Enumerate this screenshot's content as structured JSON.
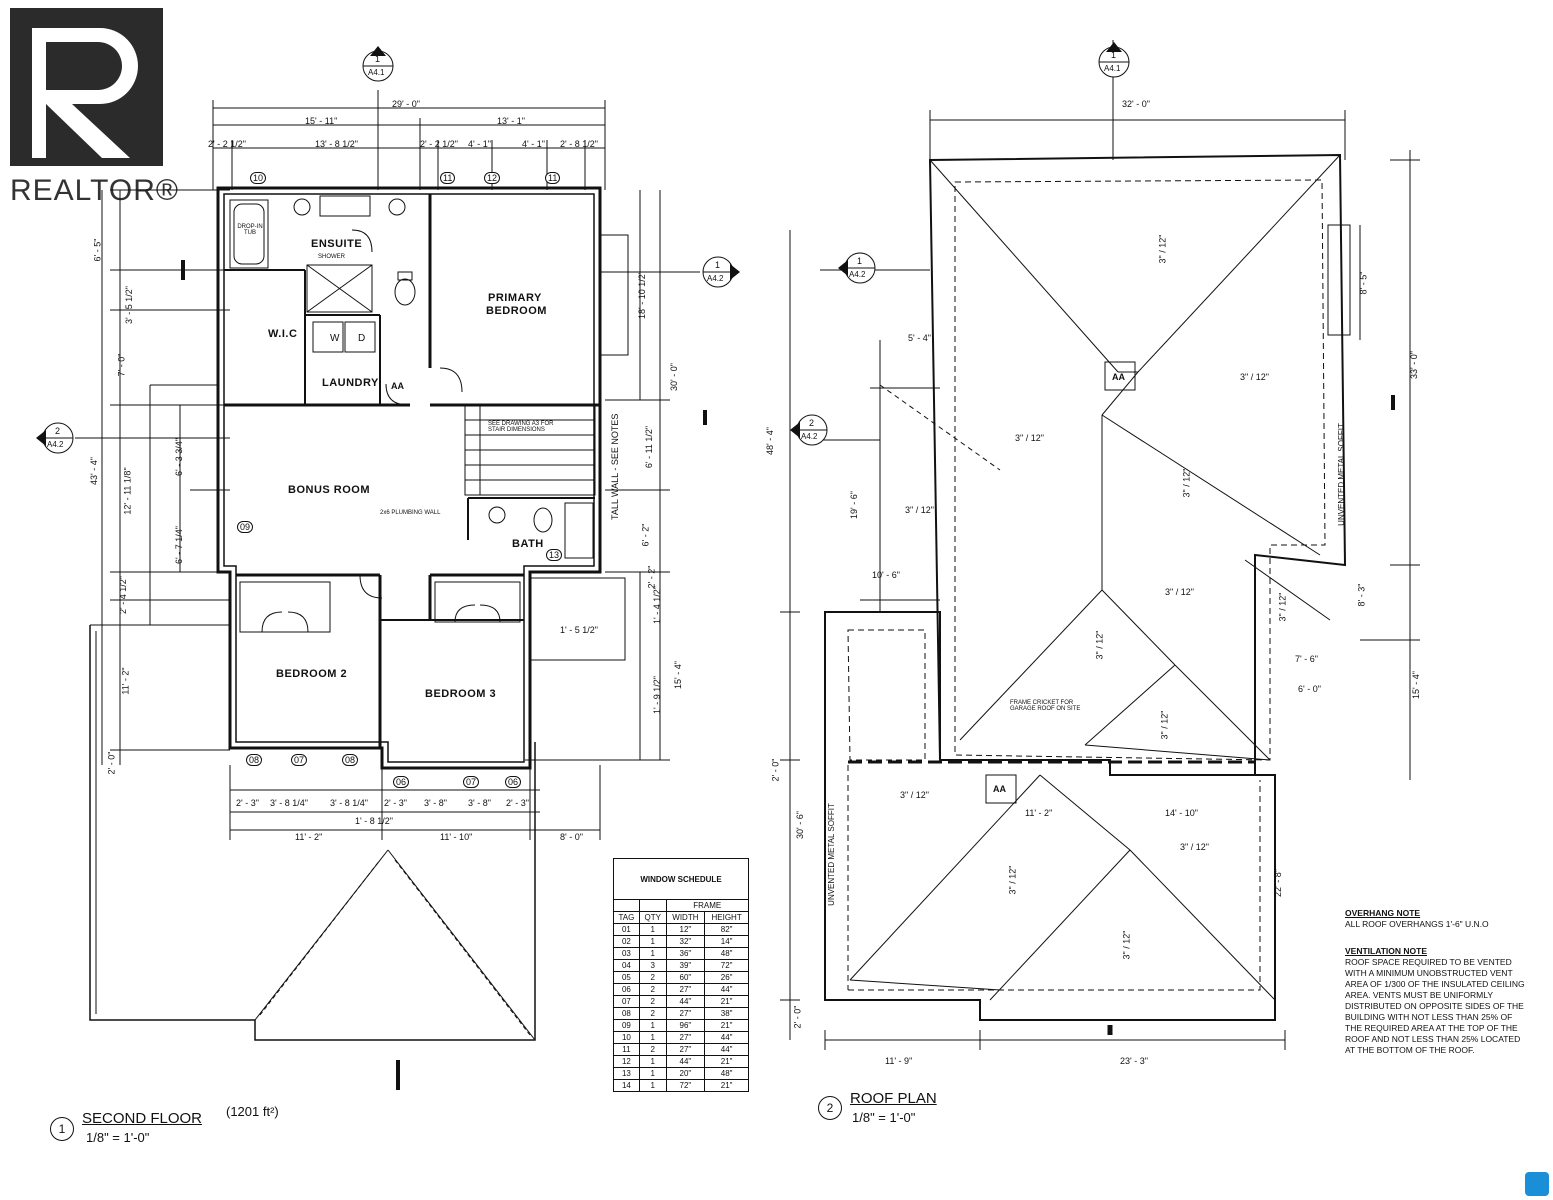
{
  "logo": {
    "text": "REALTOR®"
  },
  "second_floor": {
    "title": "SECOND FLOOR",
    "area": "(1201 ft²)",
    "scale": "1/8\" = 1'-0\"",
    "badge": "1",
    "rooms": {
      "ensuite": "ENSUITE",
      "wic": "W.I.C",
      "laundry": "LAUNDRY",
      "primary_line1": "PRIMARY",
      "primary_line2": "BEDROOM",
      "bonus": "BONUS ROOM",
      "bath": "BATH",
      "bedroom2": "BEDROOM 2",
      "bedroom3": "BEDROOM 3"
    },
    "labels": {
      "aa": "AA",
      "washer": "W",
      "dryer": "D",
      "tall_wall": "TALL WALL - SEE NOTES",
      "plumbing_wall": "2x6 PLUMBING WALL",
      "shower": "SHOWER",
      "tub": "DROP-IN TUB",
      "stair_note": "SEE DRAWING A3 FOR STAIR DIMENSIONS"
    },
    "dims_top": [
      "29' - 0\"",
      "15' - 11\"",
      "13' - 1\"",
      "2' - 2 1/2\"",
      "13' - 8 1/2\"",
      "2' - 2 1/2\"",
      "4' - 1\"",
      "4' - 1\"",
      "2' - 8 1/2\""
    ],
    "dims_left": [
      "6' - 5\"",
      "3' - 5 1/2\"",
      "7' - 0\"",
      "43' - 4\"",
      "12' - 11 1/8\"",
      "6' - 3 3/4\"",
      "6' - 7 1/4\"",
      "2' - 4 1/2\"",
      "11' - 2\"",
      "2' - 0\""
    ],
    "dims_right": [
      "18' - 10 1/2\"",
      "30' - 0\"",
      "6' - 11 1/2\"",
      "6' - 2\"",
      "2' - 2\"",
      "1' - 4 1/2\"",
      "1' - 5 1/2\"",
      "15' - 4\"",
      "1' - 9 1/2\""
    ],
    "dims_bottom": [
      "2' - 3\"",
      "3' - 8 1/4\"",
      "3' - 8 1/4\"",
      "2' - 3\"",
      "3' - 8\"",
      "3' - 8\"",
      "2' - 3\"",
      "1' - 8 1/2\"",
      "11' - 2\"",
      "11' - 10\"",
      "8' - 0\""
    ],
    "window_tags_top": [
      "10",
      "11",
      "12",
      "11"
    ],
    "window_tags_bottom": [
      "08",
      "07",
      "08",
      "06",
      "07",
      "06"
    ],
    "window_tags_side": [
      "09",
      "13"
    ],
    "section_markers": [
      {
        "num": "1",
        "sheet": "A4.1"
      },
      {
        "num": "1",
        "sheet": "A4.2"
      },
      {
        "num": "2",
        "sheet": "A4.2"
      }
    ]
  },
  "roof_plan": {
    "title": "ROOF PLAN",
    "scale": "1/8\" = 1'-0\"",
    "badge": "2",
    "pitch": "3\" / 12\"",
    "aa": "AA",
    "frame_note": "FRAME CRICKET FOR GARAGE ROOF ON SITE",
    "soffit_label": "UNVENTED METAL SOFFIT",
    "dims": [
      "32' - 0\"",
      "5' - 4\"",
      "48' - 4\"",
      "19' - 6\"",
      "10' - 6\"",
      "30' - 6\"",
      "2' - 0\"",
      "11' - 9\"",
      "23' - 3\"",
      "11' - 2\"",
      "14' - 10\"",
      "22' - 8\"",
      "33' - 0\"",
      "8' - 5\"",
      "8' - 3\"",
      "7' - 6\"",
      "6' - 0\"",
      "15' - 4\"",
      "2' - 0\""
    ],
    "section_markers": [
      {
        "num": "1",
        "sheet": "A4.1"
      },
      {
        "num": "1",
        "sheet": "A4.2"
      },
      {
        "num": "2",
        "sheet": "A4.2"
      }
    ]
  },
  "window_schedule": {
    "title": "WINDOW SCHEDULE",
    "frame_header": "FRAME",
    "columns": [
      "TAG",
      "QTY",
      "WIDTH",
      "HEIGHT"
    ],
    "rows": [
      [
        "01",
        "1",
        "12\"",
        "82\""
      ],
      [
        "02",
        "1",
        "32\"",
        "14\""
      ],
      [
        "03",
        "1",
        "36\"",
        "48\""
      ],
      [
        "04",
        "3",
        "39\"",
        "72\""
      ],
      [
        "05",
        "2",
        "60\"",
        "26\""
      ],
      [
        "06",
        "2",
        "27\"",
        "44\""
      ],
      [
        "07",
        "2",
        "44\"",
        "21\""
      ],
      [
        "08",
        "2",
        "27\"",
        "38\""
      ],
      [
        "09",
        "1",
        "96\"",
        "21\""
      ],
      [
        "10",
        "1",
        "27\"",
        "44\""
      ],
      [
        "11",
        "2",
        "27\"",
        "44\""
      ],
      [
        "12",
        "1",
        "44\"",
        "21\""
      ],
      [
        "13",
        "1",
        "20\"",
        "48\""
      ],
      [
        "14",
        "1",
        "72\"",
        "21\""
      ]
    ]
  },
  "notes": {
    "overhang_title": "OVERHANG NOTE",
    "overhang_text": "ALL ROOF OVERHANGS 1'-6\" U.N.O",
    "ventilation_title": "VENTILATION NOTE",
    "ventilation_text": "ROOF SPACE REQUIRED TO BE VENTED WITH A MINIMUM UNOBSTRUCTED VENT AREA OF 1/300 OF THE INSULATED CEILING AREA. VENTS MUST BE UNIFORMLY DISTRIBUTED ON OPPOSITE SIDES OF THE BUILDING WITH NOT LESS THAN 25% OF THE REQUIRED AREA AT THE TOP OF THE ROOF AND NOT LESS THAN 25% LOCATED AT THE BOTTOM OF THE ROOF."
  }
}
